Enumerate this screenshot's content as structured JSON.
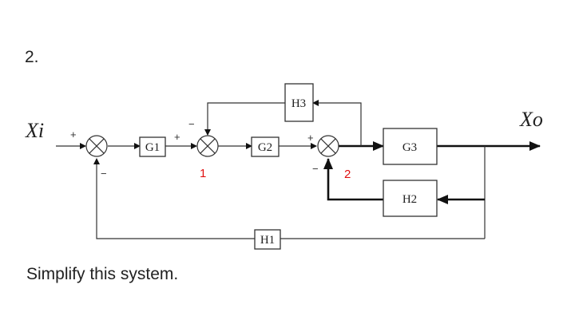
{
  "question_number": "2.",
  "instruction": "Simplify this system.",
  "signals": {
    "input": "Xi",
    "output": "Xo"
  },
  "blocks": {
    "g1": "G1",
    "g2": "G2",
    "g3": "G3",
    "h1": "H1",
    "h2": "H2",
    "h3": "H3"
  },
  "junctions": {
    "j1": "1",
    "j2": "2"
  },
  "signs": {
    "s0_in": "+",
    "s0_fb": "−",
    "s1_in": "+",
    "s1_fb": "−",
    "s2_in": "+",
    "s2_fb": "−"
  },
  "colors": {
    "junction_labels": "#e01010",
    "lines": "#333333"
  }
}
